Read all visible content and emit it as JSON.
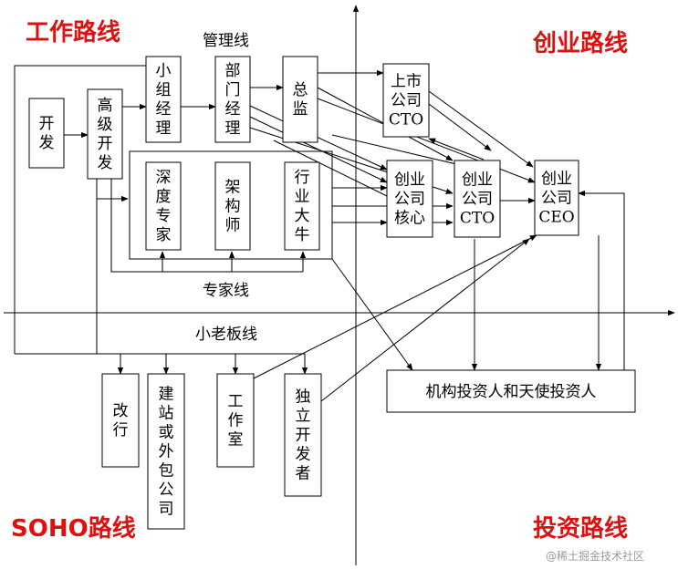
{
  "quadrants": {
    "top_left": "工作路线",
    "top_right": "创业路线",
    "bottom_left": "SOHO路线",
    "bottom_right": "投资路线"
  },
  "line_labels": {
    "management": "管理线",
    "expert": "专家线",
    "small_boss": "小老板线"
  },
  "nodes": {
    "dev": "开发",
    "senior_dev": "高级开发",
    "team_manager": "小组经理",
    "dept_manager": "部门经理",
    "director": "总监",
    "listed_cto": "上市公司CTO",
    "deep_expert": "深度专家",
    "architect": "架构师",
    "industry_leader": "行业大牛",
    "startup_core": "创业公司核心",
    "startup_cto": "创业公司CTO",
    "startup_ceo": "创业公司CEO",
    "career_change": "改行",
    "website_outsourcing": "建站或外包公司",
    "studio": "工作室",
    "indie_dev": "独立开发者",
    "investors": "机构投资人和天使投资人"
  },
  "watermark": "@稀土掘金技术社区"
}
